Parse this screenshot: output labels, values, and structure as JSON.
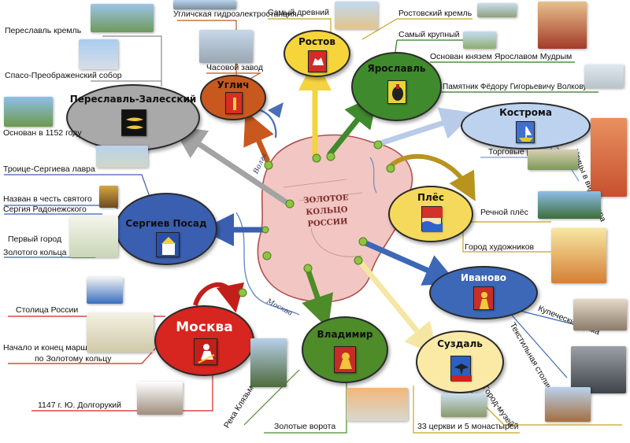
{
  "map": {
    "title": "ЗОЛОТОЕ КОЛЬЦО РОССИИ",
    "rivers": {
      "volga": "Волга",
      "moskva": "Москва"
    }
  },
  "cities": {
    "rostov": {
      "name": "Ростов",
      "color": "#f5d53a"
    },
    "yaroslavl": {
      "name": "Ярославль",
      "color": "#3f8a2c"
    },
    "kostroma": {
      "name": "Кострома",
      "color": "#bcd2ee"
    },
    "ples": {
      "name": "Плёс",
      "color": "#f5d95c"
    },
    "ivanovo": {
      "name": "Иваново",
      "color": "#3d68b8"
    },
    "suzdal": {
      "name": "Суздаль",
      "color": "#fbe9a6"
    },
    "vladimir": {
      "name": "Владимир",
      "color": "#4e8c2a"
    },
    "moskva": {
      "name": "Москва",
      "color": "#d7251f"
    },
    "sergiev": {
      "name": "Сергиев Посад",
      "color": "#3a5fb0"
    },
    "pereslavl": {
      "name": "Переславль-Залесский",
      "color": "#a9a9a9"
    },
    "uglich": {
      "name": "Углич",
      "color": "#c8581e"
    }
  },
  "labels": {
    "uglich_ges": "Угличская гидроэлектростанция",
    "uglich_clock": "Часовой завод",
    "rostov_oldest": "Самый древний",
    "rostov_kremlin": "Ростовский кремль",
    "yar_largest": "Самый крупный",
    "yar_founded": "Основан князем Ярославом Мудрым",
    "yar_monument": "Памятник Фёдору Гигорьевичу Волкову",
    "kostroma_rows": "Торговые ряды",
    "kostroma_streets": "Улицы в виде веера",
    "ples_river": "Речной плёс",
    "ples_artists": "Город художников",
    "ivanovo_merchant": "Купеческие дома",
    "ivanovo_textile": "Текстильная столица",
    "suzdal_museum": "Город-музей",
    "suzdal_churches": "33 церкви и 5 монастырей",
    "vladimir_gates": "Золотые ворота",
    "vladimir_river": "Река Клязьма",
    "moskva_capital": "Столица России",
    "moskva_route": "Начало и конец маршрута",
    "moskva_route2": "по Золотому кольцу",
    "moskva_founder": "1147 г. Ю. Долгорукий",
    "sergiev_lavra": "Троице-Сергиева лавра",
    "sergiev_named": "Назван в честь святого",
    "sergiev_named2": "Сергия Радонежского",
    "sergiev_first": "Первый город",
    "sergiev_first2": "Золотого кольца",
    "per_kremlin": "Переславль кремль",
    "per_cathedral": "Спасо-Преображенский собор",
    "per_founded": "Основан в 1152 году"
  }
}
